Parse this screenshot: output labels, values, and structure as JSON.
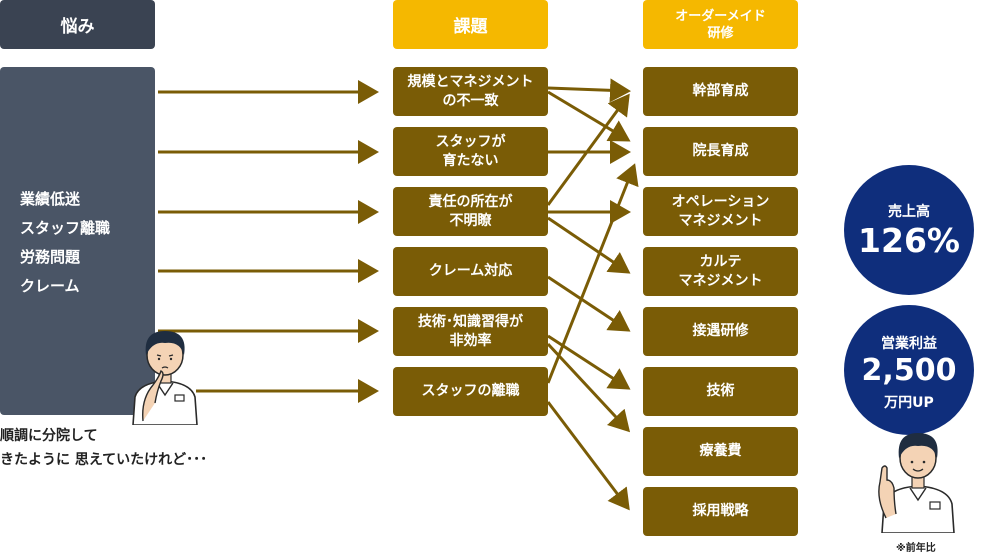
{
  "headers": {
    "worries": "悩み",
    "issues": "課題",
    "training_line1": "オーダーメイド",
    "training_line2": "研修"
  },
  "worries_list": [
    "業績低迷",
    "スタッフ離職",
    "労務問題",
    "クレーム"
  ],
  "caption_lines": [
    "順調に分院して",
    "きたように 思えていたけれど･･･"
  ],
  "issue_boxes": [
    [
      "規模とマネジメント",
      "の不一致"
    ],
    [
      "スタッフが",
      "育たない"
    ],
    [
      "責任の所在が",
      "不明瞭"
    ],
    [
      "クレーム対応"
    ],
    [
      "技術･知識習得が",
      "非効率"
    ],
    [
      "スタッフの離職"
    ]
  ],
  "training_boxes": [
    [
      "幹部育成"
    ],
    [
      "院長育成"
    ],
    [
      "オペレーション",
      "マネジメント"
    ],
    [
      "カルテ",
      "マネジメント"
    ],
    [
      "接遇研修"
    ],
    [
      "技術"
    ],
    [
      "療養費"
    ],
    [
      "採用戦略"
    ]
  ],
  "results": {
    "sales_label": "売上高",
    "sales_value": "126%",
    "profit_label": "営業利益",
    "profit_value": "2,500",
    "profit_unit": "万円UP",
    "note": "※前年比"
  },
  "colors": {
    "dark_header": "#3a4352",
    "panel": "#4a5566",
    "yellow": "#f5b800",
    "brown": "#7a5c06",
    "navy": "#0f2e7c"
  }
}
